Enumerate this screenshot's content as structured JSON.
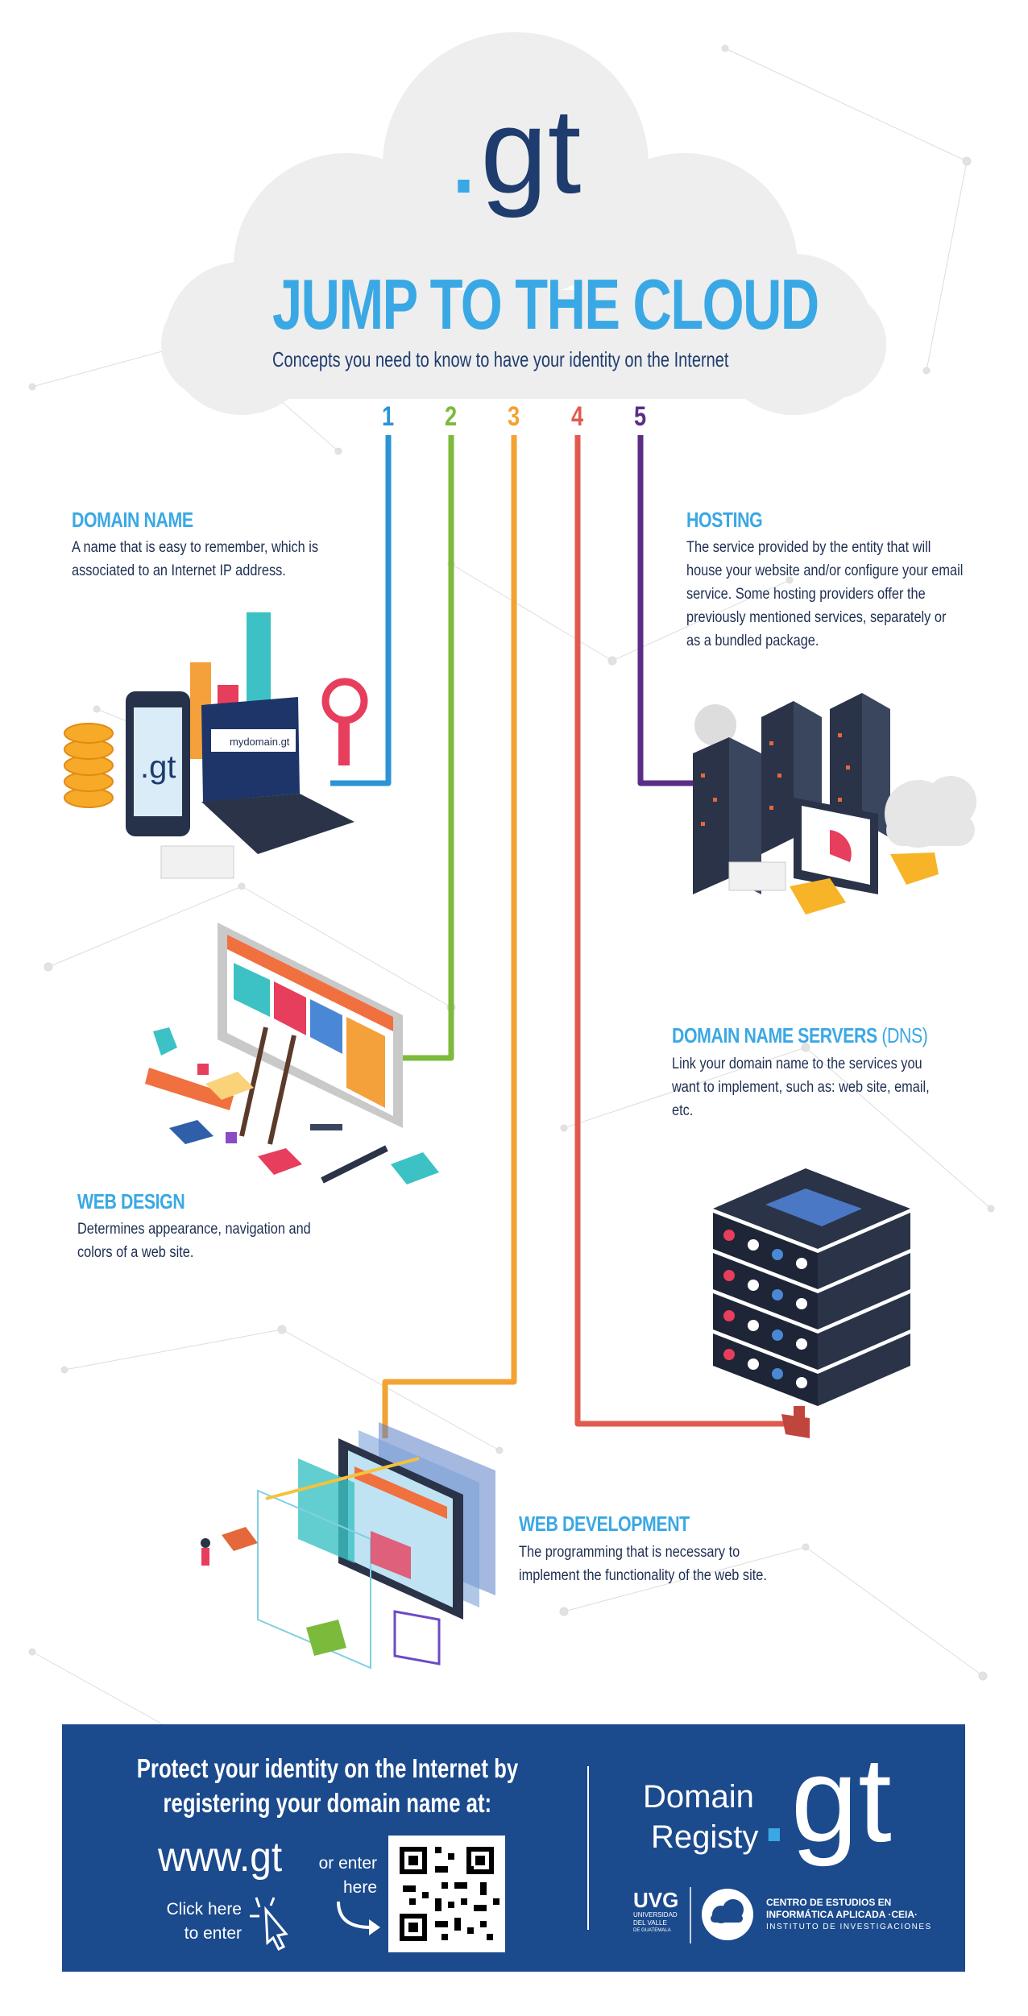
{
  "logo": {
    "dot": ".",
    "tld": "gt"
  },
  "title": "JUMP TO THE CLOUD",
  "subtitle": "Concepts you need to know to have your identity on the Internet",
  "steps": [
    {
      "n": "1",
      "color": "#2b93d6"
    },
    {
      "n": "2",
      "color": "#7cba3c"
    },
    {
      "n": "3",
      "color": "#f2a332"
    },
    {
      "n": "4",
      "color": "#e05a4e"
    },
    {
      "n": "5",
      "color": "#5a2d86"
    }
  ],
  "concepts": {
    "domain": {
      "title": "DOMAIN NAME",
      "text": "A name that is easy to remember, which is associated to an Internet IP address."
    },
    "hosting": {
      "title": "HOSTING",
      "text": "The service provided by the entity that will house your website and/or configure your email service. Some hosting providers offer the previously mentioned services, separately or as a bundled package."
    },
    "dns": {
      "title": "DOMAIN NAME SERVERS",
      "title_suffix": "(DNS)",
      "text": "Link your domain name to the services you want to implement, such as: web site, email, etc."
    },
    "webdesign": {
      "title": "WEB DESIGN",
      "text": "Determines appearance, navigation and colors of a web site."
    },
    "webdev": {
      "title": "WEB DEVELOPMENT",
      "text": "The programming that is necessary to implement the functionality of the web site."
    }
  },
  "illustrations": {
    "laptop_url": "mydomain.gt",
    "phone_tld": ".gt"
  },
  "footer": {
    "cta_line1": "Protect your identity on the Internet by",
    "cta_line2": "registering your domain name at:",
    "url": "www.gt",
    "click_line1": "Click here",
    "click_line2": "to enter",
    "or_line1": "or enter",
    "or_line2": "here",
    "brand_line1": "Domain",
    "brand_line2": "Registy",
    "brand_dot": ".",
    "brand_tld": "gt",
    "uvg": "UVG",
    "uvg_sub1": "UNIVERSIDAD",
    "uvg_sub2": "DEL VALLE",
    "uvg_sub3": "DE GUATEMALA",
    "ceia1": "CENTRO DE ESTUDIOS EN",
    "ceia2": "INFORMÁTICA APLICADA",
    "ceia_abbr": "·CEIA·",
    "ceia3": "INSTITUTO DE INVESTIGACIONES"
  },
  "colors": {
    "navy": "#1b4a8d",
    "sky": "#3aa8e4",
    "cloud": "#eeeeee"
  }
}
